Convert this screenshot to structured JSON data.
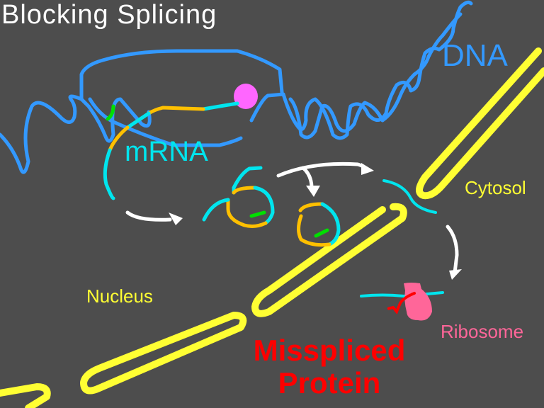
{
  "title": "Blocking Splicing",
  "labels": {
    "dna": "DNA",
    "mrna": "mRNA",
    "cytosol": "Cytosol",
    "nucleus": "Nucleus",
    "ribosome": "Ribosome",
    "outcome_line1": "Misspliced",
    "outcome_line2": "Protein"
  },
  "colors": {
    "background": "#4d4d4d",
    "dna": "#3399ff",
    "exon": "#00e5ee",
    "intron": "#ffc000",
    "blocker": "#00e000",
    "polymerase": "#ff66ff",
    "membrane": "#ffff33",
    "ribosome": "#ff6699",
    "protein": "#ff0000",
    "arrow": "#ffffff"
  }
}
